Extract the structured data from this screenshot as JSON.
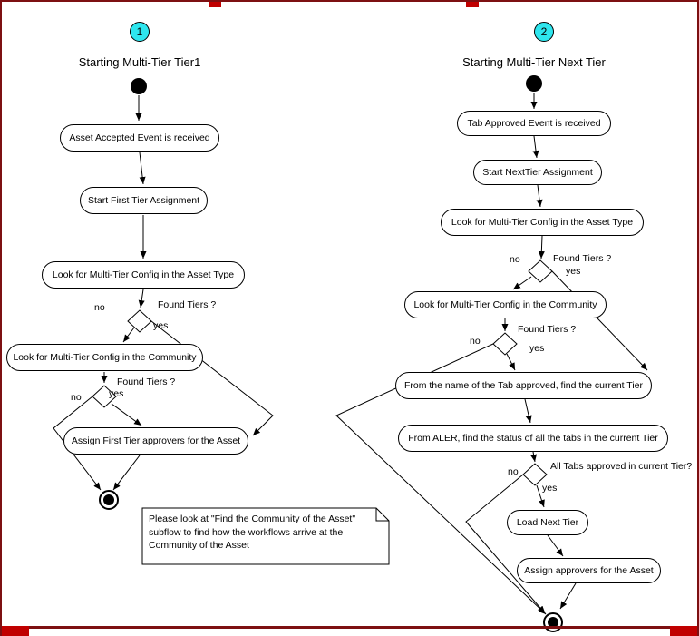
{
  "diagram": {
    "colors": {
      "badge_fill": "#2ee6ee",
      "frame_border": "#7d1012",
      "mark_red": "#c00000",
      "line": "#000000"
    },
    "left": {
      "badge": "1",
      "title": "Starting Multi-Tier Tier1",
      "steps": {
        "accepted": "Asset Accepted Event is received",
        "start_first": "Start First Tier Assignment",
        "look_asset_type": "Look for Multi-Tier Config in the Asset Type",
        "look_community": "Look for Multi-Tier Config in the Community",
        "assign_first": "Assign First Tier approvers for the Asset"
      },
      "decisions": {
        "d1": {
          "label": "Found Tiers ?",
          "no": "no",
          "yes": "yes"
        },
        "d2": {
          "label": "Found Tiers ?",
          "no": "no",
          "yes": "yes"
        }
      },
      "note": "Please look at \"Find the Community of the Asset\" subflow  to find how the workflows arrive at the Community of the Asset"
    },
    "right": {
      "badge": "2",
      "title": "Starting Multi-Tier Next Tier",
      "steps": {
        "tab_approved": "Tab Approved Event is received",
        "start_next": "Start NextTier Assignment",
        "look_asset_type": "Look for Multi-Tier Config in the Asset Type",
        "look_community": "Look for Multi-Tier Config in the Community",
        "from_tab_name": "From the name of the Tab approved, find the current Tier",
        "from_aler": "From ALER, find the status of all the tabs in the current Tier",
        "load_next": "Load Next Tier",
        "assign": "Assign approvers for the Asset"
      },
      "decisions": {
        "d1": {
          "label": "Found Tiers ?",
          "no": "no",
          "yes": "yes"
        },
        "d2": {
          "label": "Found Tiers ?",
          "no": "no",
          "yes": "yes"
        },
        "d3": {
          "label": "All Tabs approved in current Tier?",
          "no": "no",
          "yes": "yes"
        }
      }
    }
  }
}
